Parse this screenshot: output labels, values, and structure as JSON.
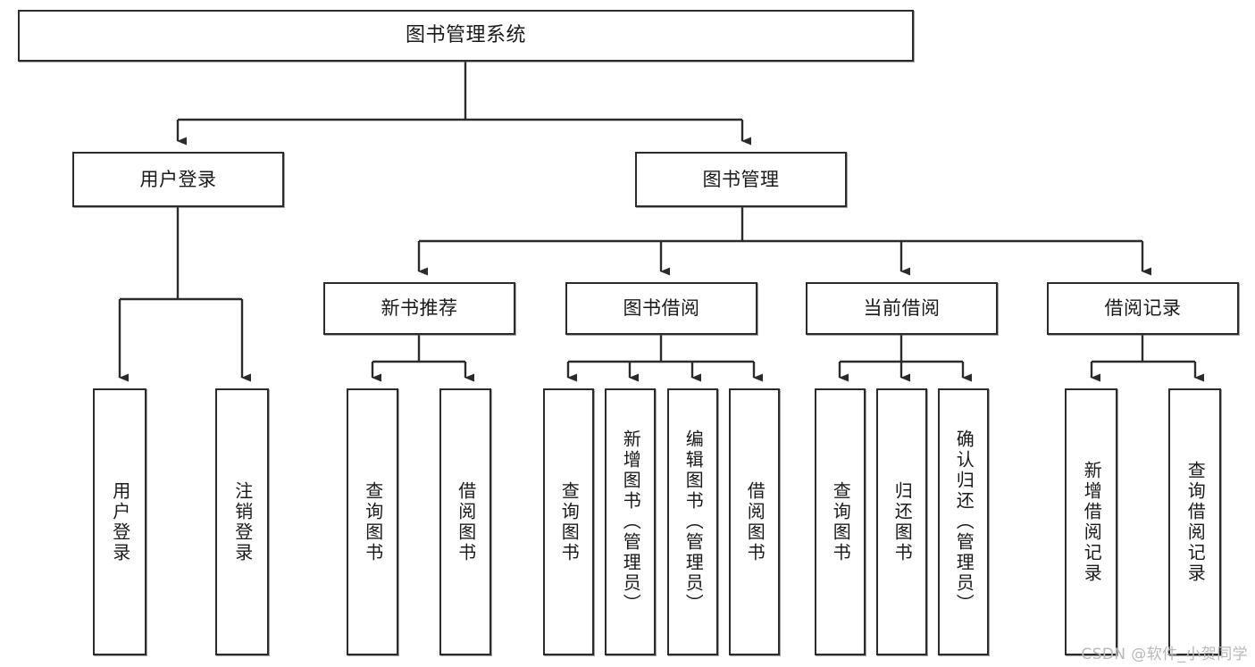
{
  "diagram": {
    "title": "图书管理系统",
    "type": "hierarchy-tree",
    "watermark": "CSDN @软件_小贺同学",
    "colors": {
      "border": "#2b2b2b",
      "background": "#ffffff",
      "text": "#1a1a1a",
      "watermark": "#b8b8b8"
    },
    "levels": {
      "root": {
        "label": "图书管理系统"
      },
      "level2": [
        {
          "label": "用户登录"
        },
        {
          "label": "图书管理"
        }
      ],
      "level3": [
        {
          "label": "新书推荐"
        },
        {
          "label": "图书借阅"
        },
        {
          "label": "当前借阅"
        },
        {
          "label": "借阅记录"
        }
      ],
      "leaves": [
        {
          "label": "用户登录",
          "parent": "用户登录"
        },
        {
          "label": "注销登录",
          "parent": "用户登录"
        },
        {
          "label": "查询图书",
          "parent": "新书推荐"
        },
        {
          "label": "借阅图书",
          "parent": "新书推荐"
        },
        {
          "label": "查询图书",
          "parent": "图书借阅"
        },
        {
          "label": "新增图书（管理员）",
          "parent": "图书借阅"
        },
        {
          "label": "编辑图书（管理员）",
          "parent": "图书借阅"
        },
        {
          "label": "借阅图书",
          "parent": "图书借阅"
        },
        {
          "label": "查询图书",
          "parent": "当前借阅"
        },
        {
          "label": "归还图书",
          "parent": "当前借阅"
        },
        {
          "label": "确认归还（管理员）",
          "parent": "当前借阅"
        },
        {
          "label": "新增借阅记录",
          "parent": "借阅记录"
        },
        {
          "label": "查询借阅记录",
          "parent": "借阅记录"
        }
      ]
    }
  }
}
